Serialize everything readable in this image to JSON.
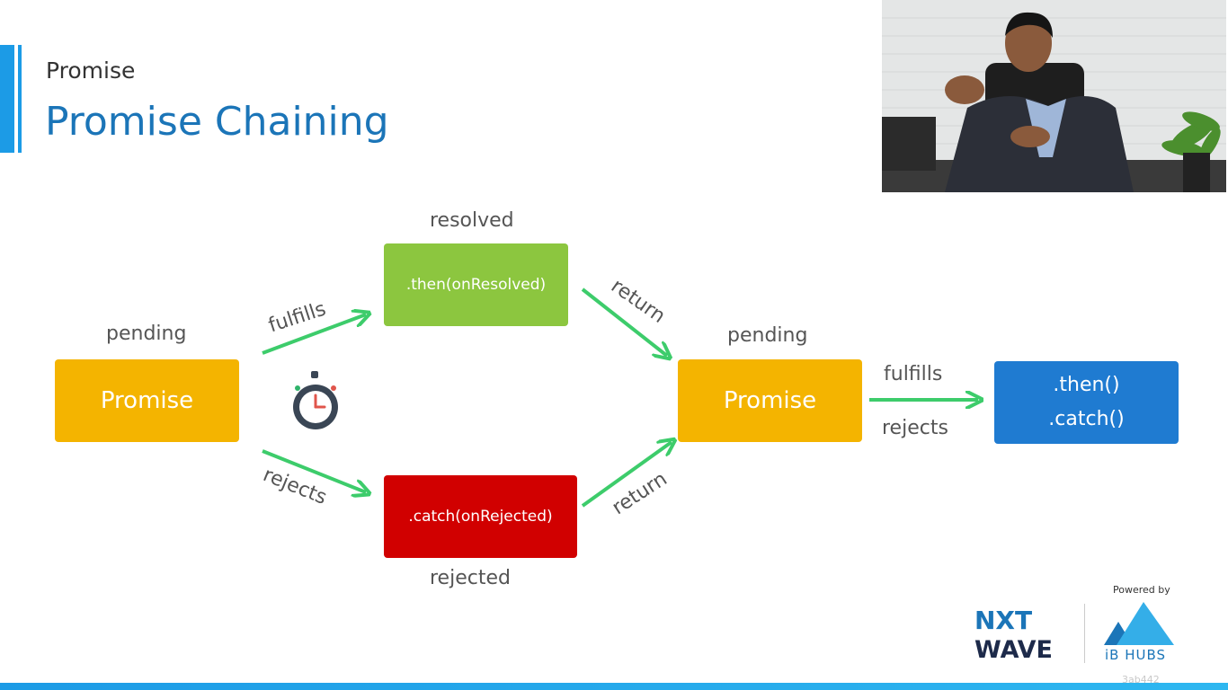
{
  "slide": {
    "subtitle": "Promise",
    "title": "Promise Chaining"
  },
  "diagram": {
    "left_state": "pending",
    "left_box": "Promise",
    "top_edge": "fulfills",
    "bottom_edge": "rejects",
    "resolved_label": "resolved",
    "then_box": ".then(onResolved)",
    "catch_box": ".catch(onRejected)",
    "rejected_label": "rejected",
    "return_top": "return",
    "return_bottom": "return",
    "right_state": "pending",
    "right_box": "Promise",
    "final_fulfills": "fulfills",
    "final_rejects": "rejects",
    "final_then": ".then()",
    "final_catch": ".catch()",
    "arrow_color": "#3dcc6b"
  },
  "branding": {
    "powered_by": "Powered by",
    "nxt_top": "NXT",
    "nxt_bottom": "WAVE",
    "ib_hubs": "iB HUBS",
    "watermark": "3ab442"
  }
}
